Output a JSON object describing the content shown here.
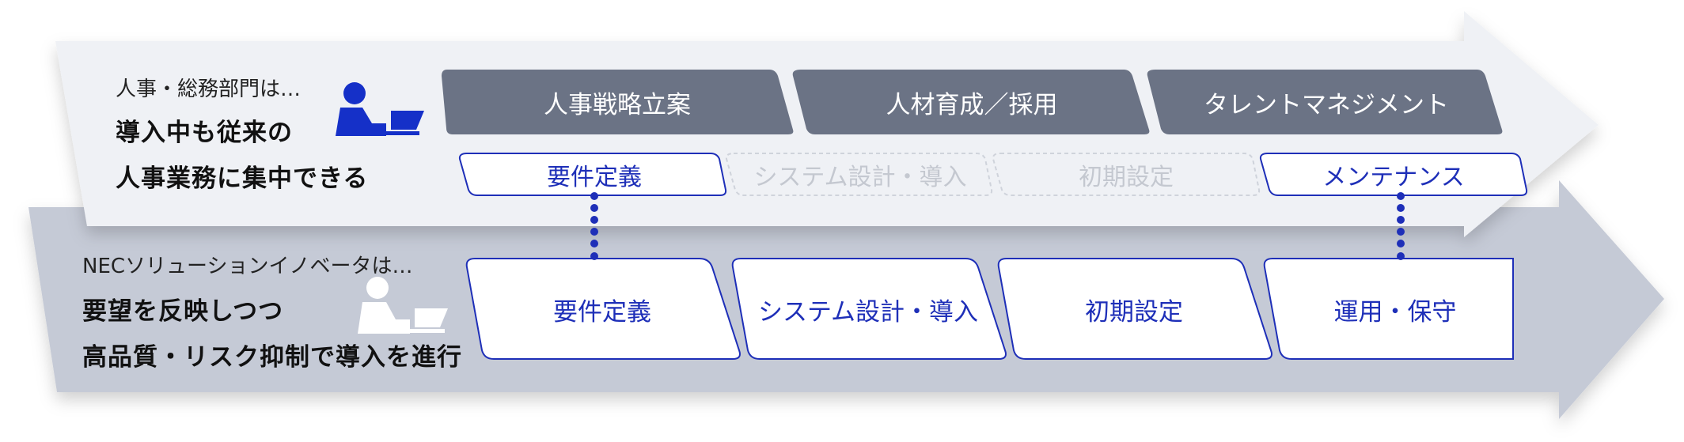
{
  "upper": {
    "intro": "人事・総務部門は…",
    "headline_line1": "導入中も従来の",
    "headline_line2": "人事業務に集中できる",
    "categories": [
      "人事戦略立案",
      "人材育成／採用",
      "タレントマネジメント"
    ],
    "phases": [
      {
        "label": "要件定義",
        "active": true
      },
      {
        "label": "システム設計・導入",
        "active": false
      },
      {
        "label": "初期設定",
        "active": false
      },
      {
        "label": "メンテナンス",
        "active": true
      }
    ]
  },
  "lower": {
    "intro": "NECソリューションイノベータは…",
    "headline_line1": "要望を反映しつつ",
    "headline_line2": "高品質・リスク抑制で導入を進行",
    "phases": [
      "要件定義",
      "システム設計・導入",
      "初期設定",
      "運用・保守"
    ]
  },
  "colors": {
    "upper_arrow": "#eff1f5",
    "lower_arrow": "#c5cad6",
    "category_fill": "#6b7385",
    "accent_blue": "#1e2fb8",
    "inactive_text": "#c4c8d0"
  },
  "icons": {
    "upper_person": "person-at-laptop-icon",
    "lower_person": "person-at-laptop-icon"
  }
}
